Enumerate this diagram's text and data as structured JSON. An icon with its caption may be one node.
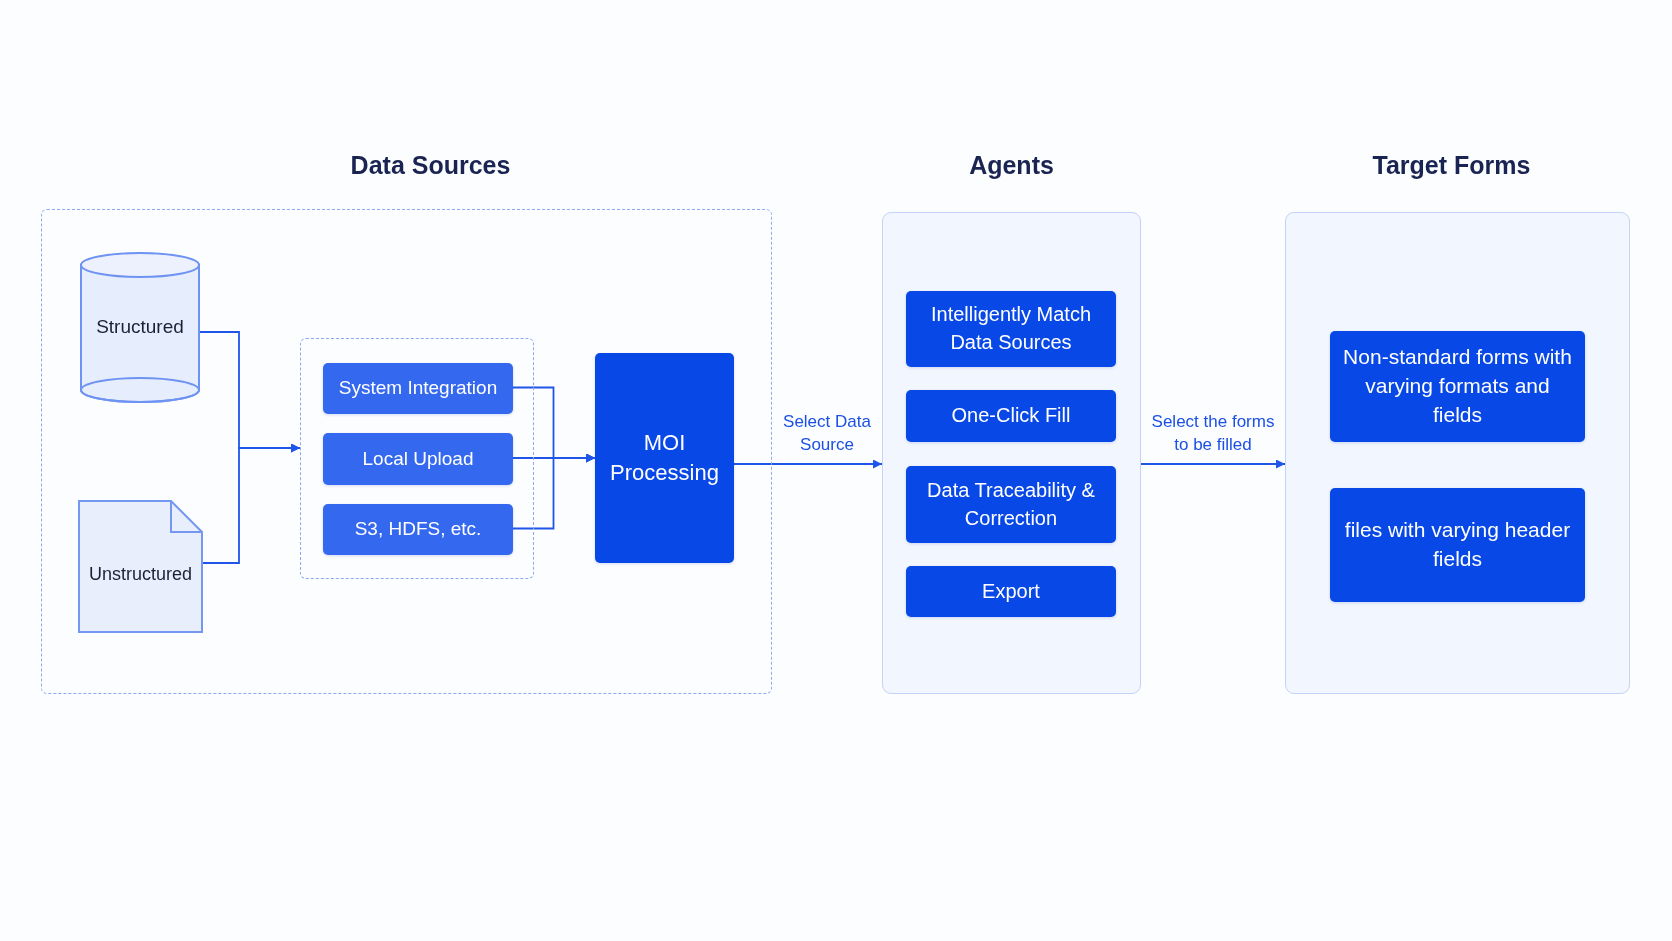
{
  "diagram": {
    "nodes": [
      {
        "text": [
          "Data Sources"
        ]
      },
      {
        "text": [
          "Structured"
        ],
        "in": 0
      },
      {
        "text": [
          "Unstructured"
        ],
        "in": 0
      },
      {
        "text": [],
        "shape": "box",
        "in": 0
      },
      {
        "text": [
          "System Integration"
        ],
        "in": 3
      },
      {
        "text": [
          "Local Upload"
        ],
        "in": 3
      },
      {
        "text": [
          "S3, HDFS, etc."
        ],
        "in": 3
      },
      {
        "text": [
          "MOI Processing"
        ],
        "in": 0
      },
      {
        "text": [
          "Agents"
        ]
      },
      {
        "text": [
          "Intelligently Match Data Sources"
        ],
        "in": 8
      },
      {
        "text": [
          "One-Click Fill"
        ],
        "in": 8
      },
      {
        "text": [
          "Data Traceability & Correction"
        ],
        "in": 8
      },
      {
        "text": [
          "Export"
        ],
        "in": 8
      },
      {
        "text": [
          "Target Forms"
        ]
      },
      {
        "text": [
          "Non-standard forms with varying formats and fields"
        ],
        "in": 13
      },
      {
        "text": [
          "files with varying header fields"
        ],
        "in": 13
      }
    ],
    "edges": [
      {
        "from": 1,
        "to": 3,
        "arrow": "to"
      },
      {
        "from": 2,
        "to": 3,
        "arrow": "to"
      },
      {
        "from": 4,
        "to": 7,
        "arrow": "to"
      },
      {
        "from": 5,
        "to": 7,
        "arrow": "to"
      },
      {
        "from": 6,
        "to": 7,
        "arrow": "to"
      },
      {
        "from": 7,
        "to": 8,
        "arrow": "to",
        "label": "Select Data Source"
      },
      {
        "from": 8,
        "to": 13,
        "arrow": "to",
        "label": "Select the forms to be filled"
      }
    ]
  }
}
